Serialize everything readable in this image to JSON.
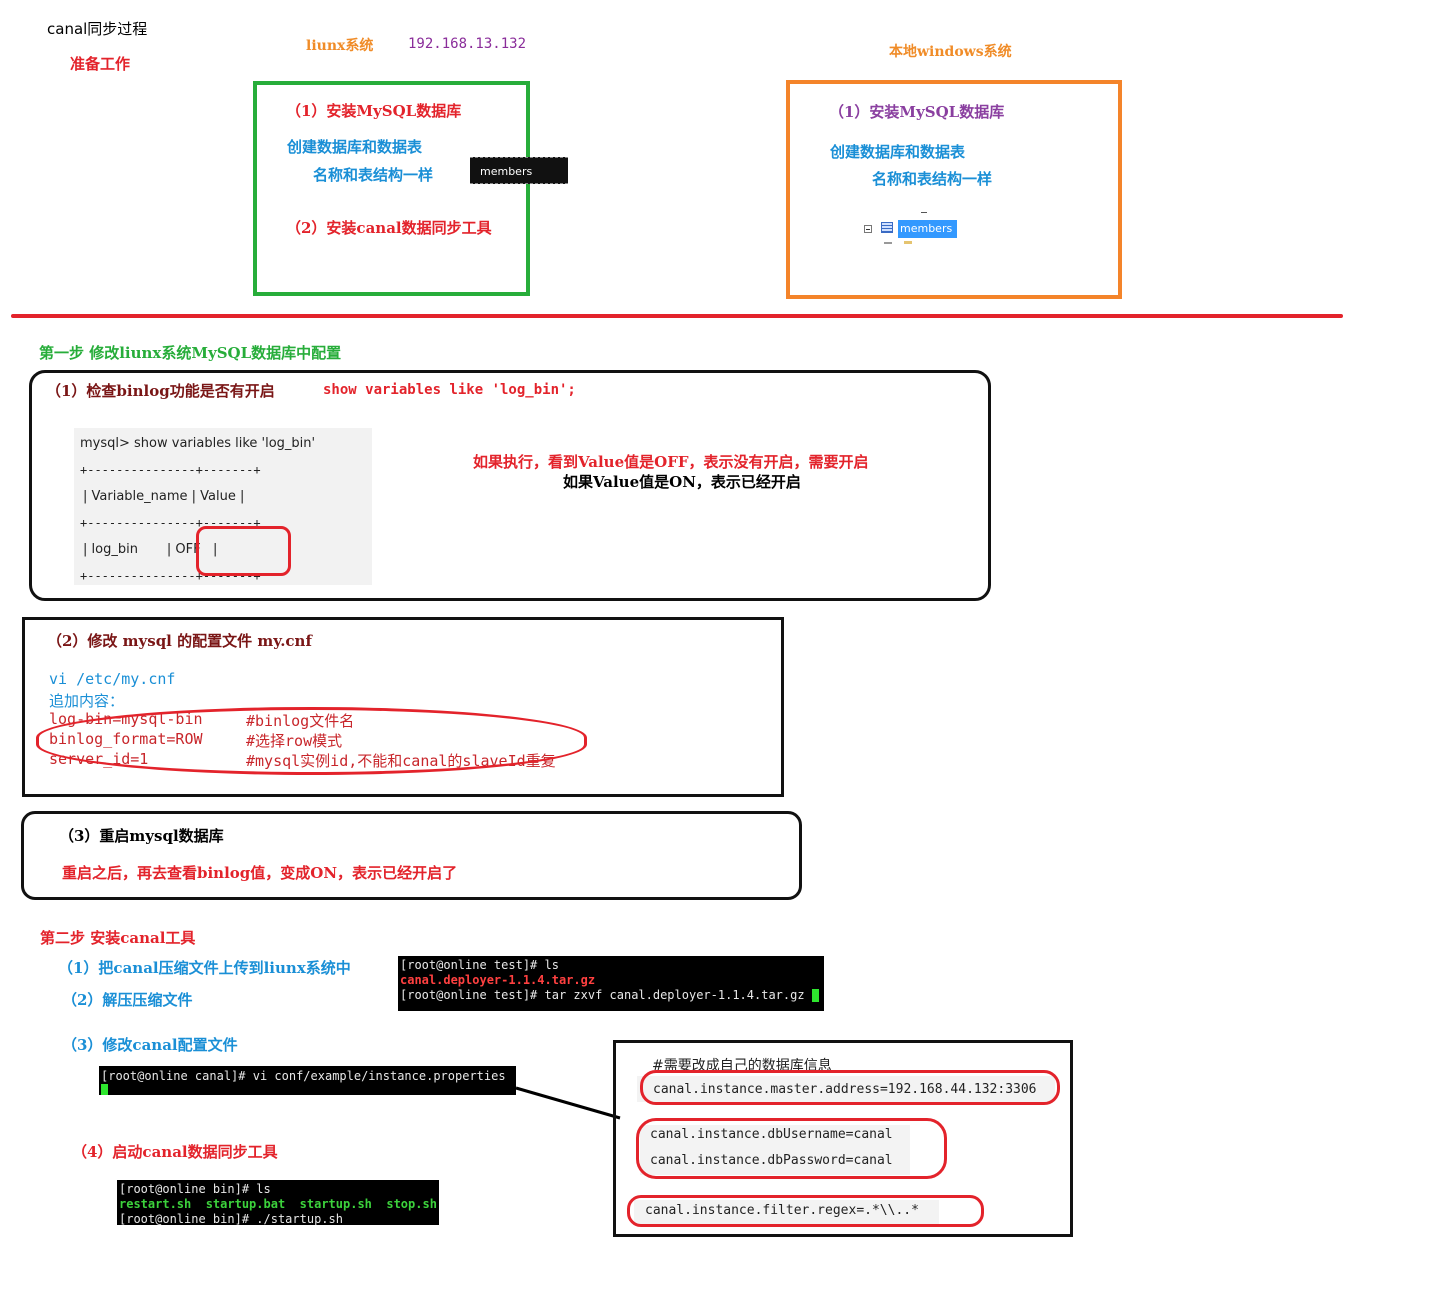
{
  "header": {
    "title": "canal同步过程",
    "prep": "准备工作",
    "linux_label": "liunx系统",
    "linux_ip": "192.168.13.132",
    "windows_label": "本地windows系统"
  },
  "linux_box": {
    "step1": "（1）安装MySQL数据库",
    "create_db": "创建数据库和数据表",
    "same_name": "名称和表结构一样",
    "table_name": "members",
    "step2": "（2）安装canal数据同步工具"
  },
  "windows_box": {
    "step1": "（1）安装MySQL数据库",
    "create_db": "创建数据库和数据表",
    "same_name": "名称和表结构一样",
    "table_name": "members"
  },
  "step_one": {
    "title": "第一步 修改liunx系统MySQL数据库中配置",
    "check": {
      "label": "（1）检查binlog功能是否有开启",
      "command": "show variables like 'log_bin';",
      "mysql_lines": [
        "mysql> show variables like 'log_bin'",
        "+---------------+-------+",
        "| Variable_name | Value |",
        "+---------------+-------+",
        "| log_bin       | OFF   |",
        "+---------------+-------+"
      ],
      "note_off": "如果执行，看到Value值是OFF，表示没有开启，需要开启",
      "note_on": "如果Value值是ON，表示已经开启"
    },
    "modify": {
      "label": "（2）修改 mysql 的配置文件 my.cnf",
      "vi": "vi /etc/my.cnf",
      "append": "追加内容：",
      "lines": [
        {
          "code": "log-bin=mysql-bin",
          "comment": "#binlog文件名"
        },
        {
          "code": "binlog_format=ROW",
          "comment": "#选择row模式"
        },
        {
          "code": "server_id=1",
          "comment": "#mysql实例id,不能和canal的slaveId重复"
        }
      ]
    },
    "restart": {
      "label": "（3）重启mysql数据库",
      "note": "重启之后，再去查看binlog值，变成ON，表示已经开启了"
    }
  },
  "step_two": {
    "title": "第二步 安装canal工具",
    "upload": "（1）把canal压缩文件上传到liunx系统中",
    "unzip": "（2）解压压缩文件",
    "config": "（3）修改canal配置文件",
    "start": "（4）启动canal数据同步工具",
    "term_ls": {
      "prompt1": "[root@online test]# ls",
      "file": "canal.deployer-1.1.4.tar.gz",
      "prompt2": "[root@online test]# tar zxvf canal.deployer-1.1.4.tar.gz"
    },
    "term_vi": "[root@online canal]# vi conf/example/instance.properties",
    "term_bin": {
      "prompt1": "[root@online bin]# ls",
      "files": [
        "restart.sh",
        "startup.bat",
        "startup.sh",
        "stop.sh"
      ],
      "prompt2": "[root@online bin]# ./startup.sh"
    },
    "properties": {
      "comment": "#需要改成自己的数据库信息",
      "address": "canal.instance.master.address=192.168.44.132:3306",
      "username": "canal.instance.dbUsername=canal",
      "password": "canal.instance.dbPassword=canal",
      "filter": "canal.instance.filter.regex=.*\\\\..*"
    }
  }
}
